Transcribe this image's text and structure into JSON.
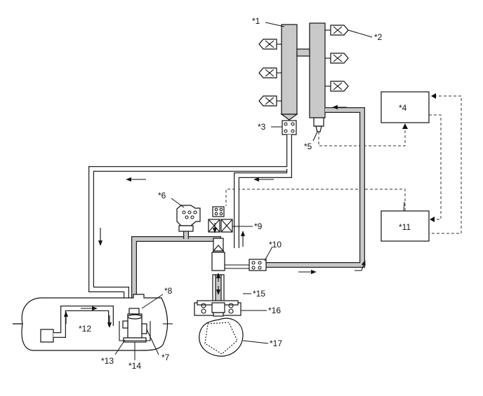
{
  "labels": {
    "l1": "*1",
    "l2": "*2",
    "l3": "*3",
    "l4": "*4",
    "l5": "*5",
    "l6": "*6",
    "l7": "*7",
    "l8": "*8",
    "l9": "*9",
    "l10": "*10",
    "l11": "*11",
    "l12": "*12",
    "l13": "*13",
    "l14": "*14",
    "l15": "*15",
    "l16": "*16",
    "l17": "*17"
  }
}
